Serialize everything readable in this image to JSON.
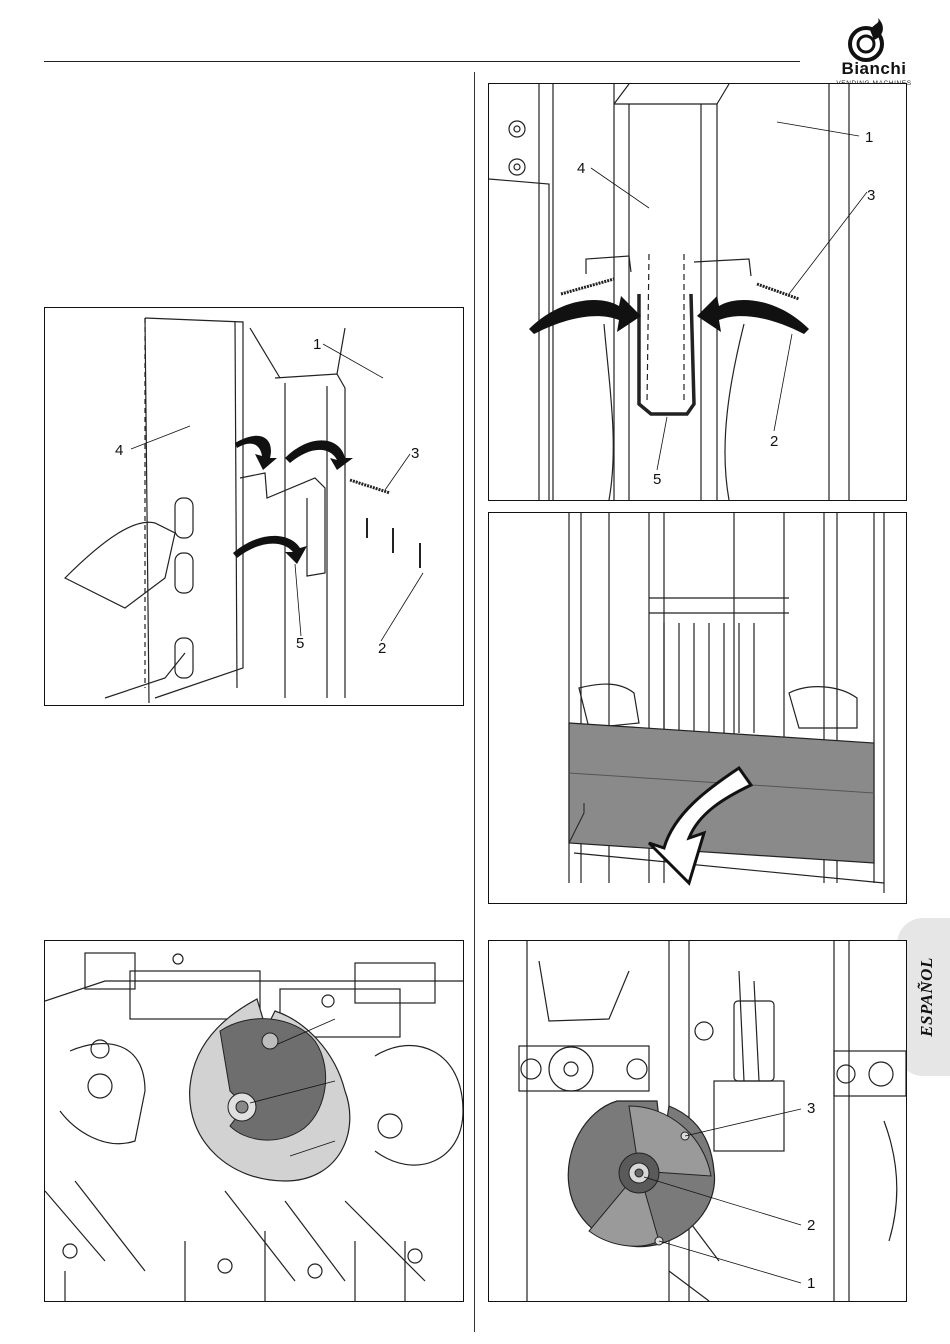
{
  "header": {
    "brand": "Bianchi",
    "brand_tagline": "VENDING MACHINES"
  },
  "side_tab": {
    "language": "ESPAÑOL"
  },
  "figures": {
    "fig_a": {
      "callouts": [
        "1",
        "4",
        "3",
        "5",
        "2"
      ]
    },
    "fig_b": {
      "callouts": [
        "1",
        "4",
        "3",
        "2",
        "5"
      ]
    },
    "fig_c": {
      "callouts": []
    },
    "fig_d": {
      "callouts": []
    },
    "fig_e": {
      "callouts": [
        "3",
        "2",
        "1"
      ]
    }
  }
}
